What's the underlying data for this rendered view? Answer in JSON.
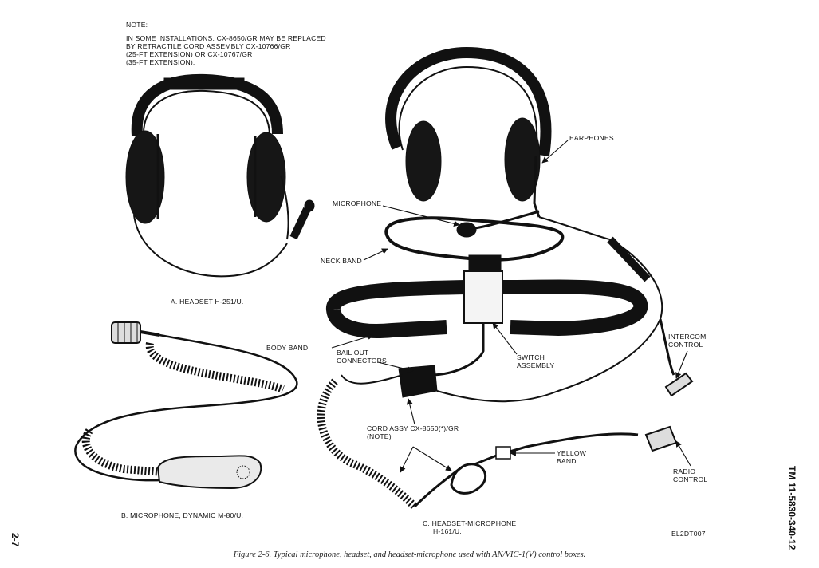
{
  "note": {
    "heading": "NOTE:",
    "lines": [
      "IN SOME INSTALLATIONS, CX-8650/GR MAY BE REPLACED",
      "BY RETRACTILE CORD ASSEMBLY CX-10766/GR",
      "(25-FT EXTENSION) OR CX-10767/GR",
      "(35-FT EXTENSION)."
    ]
  },
  "labels": {
    "earphones": "EARPHONES",
    "microphone": "MICROPHONE",
    "neck_band": "NECK BAND",
    "body_band": "BODY BAND",
    "bail_out": [
      "BAIL OUT",
      "CONNECTORS"
    ],
    "switch_assembly": [
      "SWITCH",
      "ASSEMBLY"
    ],
    "intercom_control": [
      "INTERCOM",
      "CONTROL"
    ],
    "cord_assy": [
      "CORD ASSY CX-8650(*)/GR",
      "(NOTE)"
    ],
    "yellow_band": [
      "YELLOW",
      "BAND"
    ],
    "radio_control": [
      "RADIO",
      "CONTROL"
    ]
  },
  "captions": {
    "a": "A.  HEADSET  H-251/U.",
    "b": "B.  MICROPHONE, DYNAMIC M-80/U.",
    "c": [
      "C.  HEADSET-MICROPHONE",
      "H-161/U."
    ]
  },
  "figure_code": "EL2DT007",
  "figure_caption": "Figure 2-6. Typical microphone, headset, and headset-microphone used with AN/VIC-1(V) control boxes.",
  "page_number": "2-7",
  "manual_id": "TM  11-5830-340-12"
}
